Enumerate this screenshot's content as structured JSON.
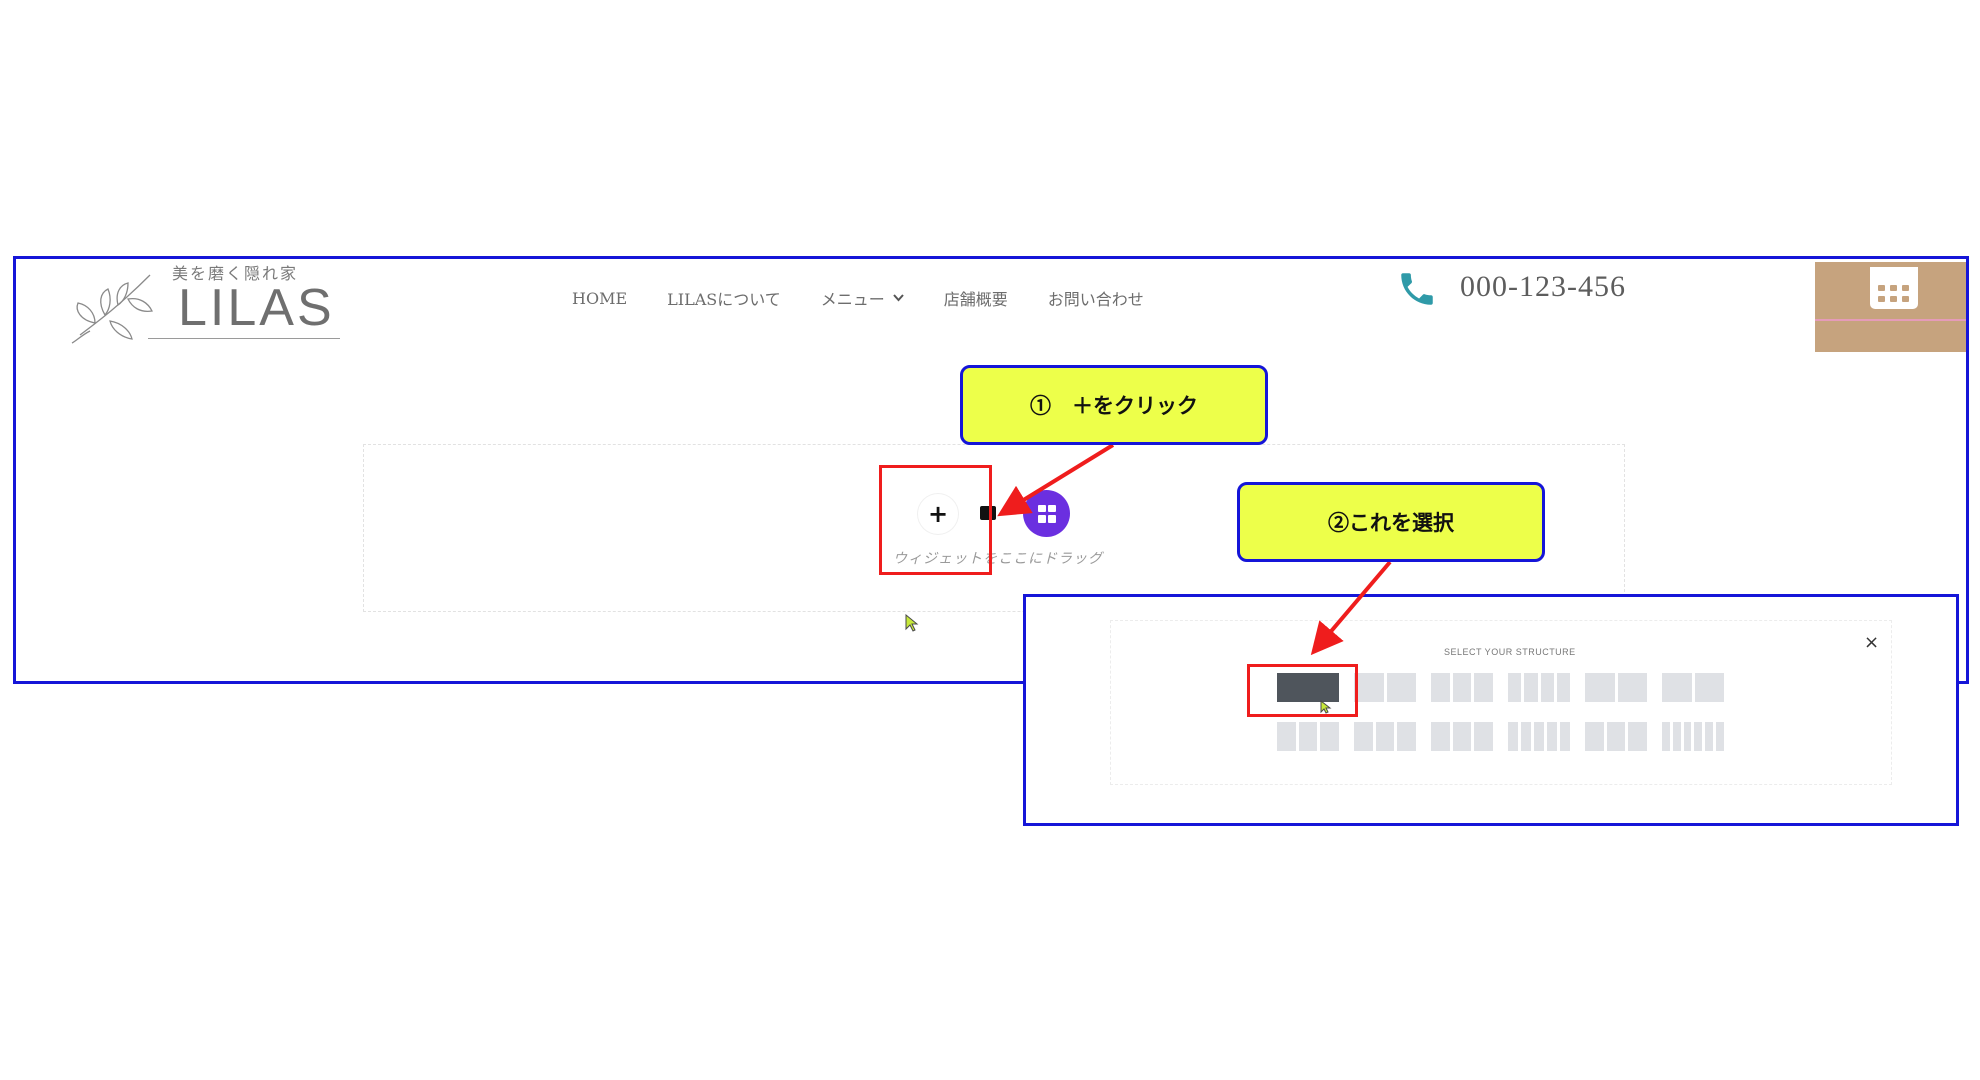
{
  "site": {
    "logo": {
      "tagline": "美を磨く隠れ家",
      "name": "LILAS"
    },
    "nav": [
      {
        "label": "HOME"
      },
      {
        "label": "LILASについて"
      },
      {
        "label": "メニュー",
        "dropdown": true
      },
      {
        "label": "店舗概要"
      },
      {
        "label": "お問い合わせ"
      }
    ],
    "phone": {
      "icon": "phone-icon",
      "number": "000-123-456"
    },
    "calendar_button": {
      "icon": "calendar-icon"
    },
    "editor": {
      "add_button": "+",
      "drop_hint": "ウィジェットをここにドラッグ"
    }
  },
  "annotations": {
    "callout_1": "①　＋をクリック",
    "callout_2": "②これを選択"
  },
  "structure_picker": {
    "title": "SELECT YOUR STRUCTURE",
    "close": "×",
    "rows": [
      [
        {
          "cols": 1,
          "selected": true
        },
        {
          "cols": 2
        },
        {
          "cols": 3
        },
        {
          "cols": 4
        },
        {
          "cols": 2
        },
        {
          "cols": 2
        }
      ],
      [
        {
          "cols": 3
        },
        {
          "cols": 3
        },
        {
          "cols": 3
        },
        {
          "cols": 5
        },
        {
          "cols": 3
        },
        {
          "cols": 6
        }
      ]
    ]
  },
  "colors": {
    "frame_border": "#1515d8",
    "highlight_box": "#ef1d1d",
    "callout_fill": "#edff4a",
    "arrow": "#ef1d1d",
    "phone_icon": "#2f9aa8",
    "calendar_bg": "#c6a37e",
    "template_button": "#6b2fe0"
  }
}
